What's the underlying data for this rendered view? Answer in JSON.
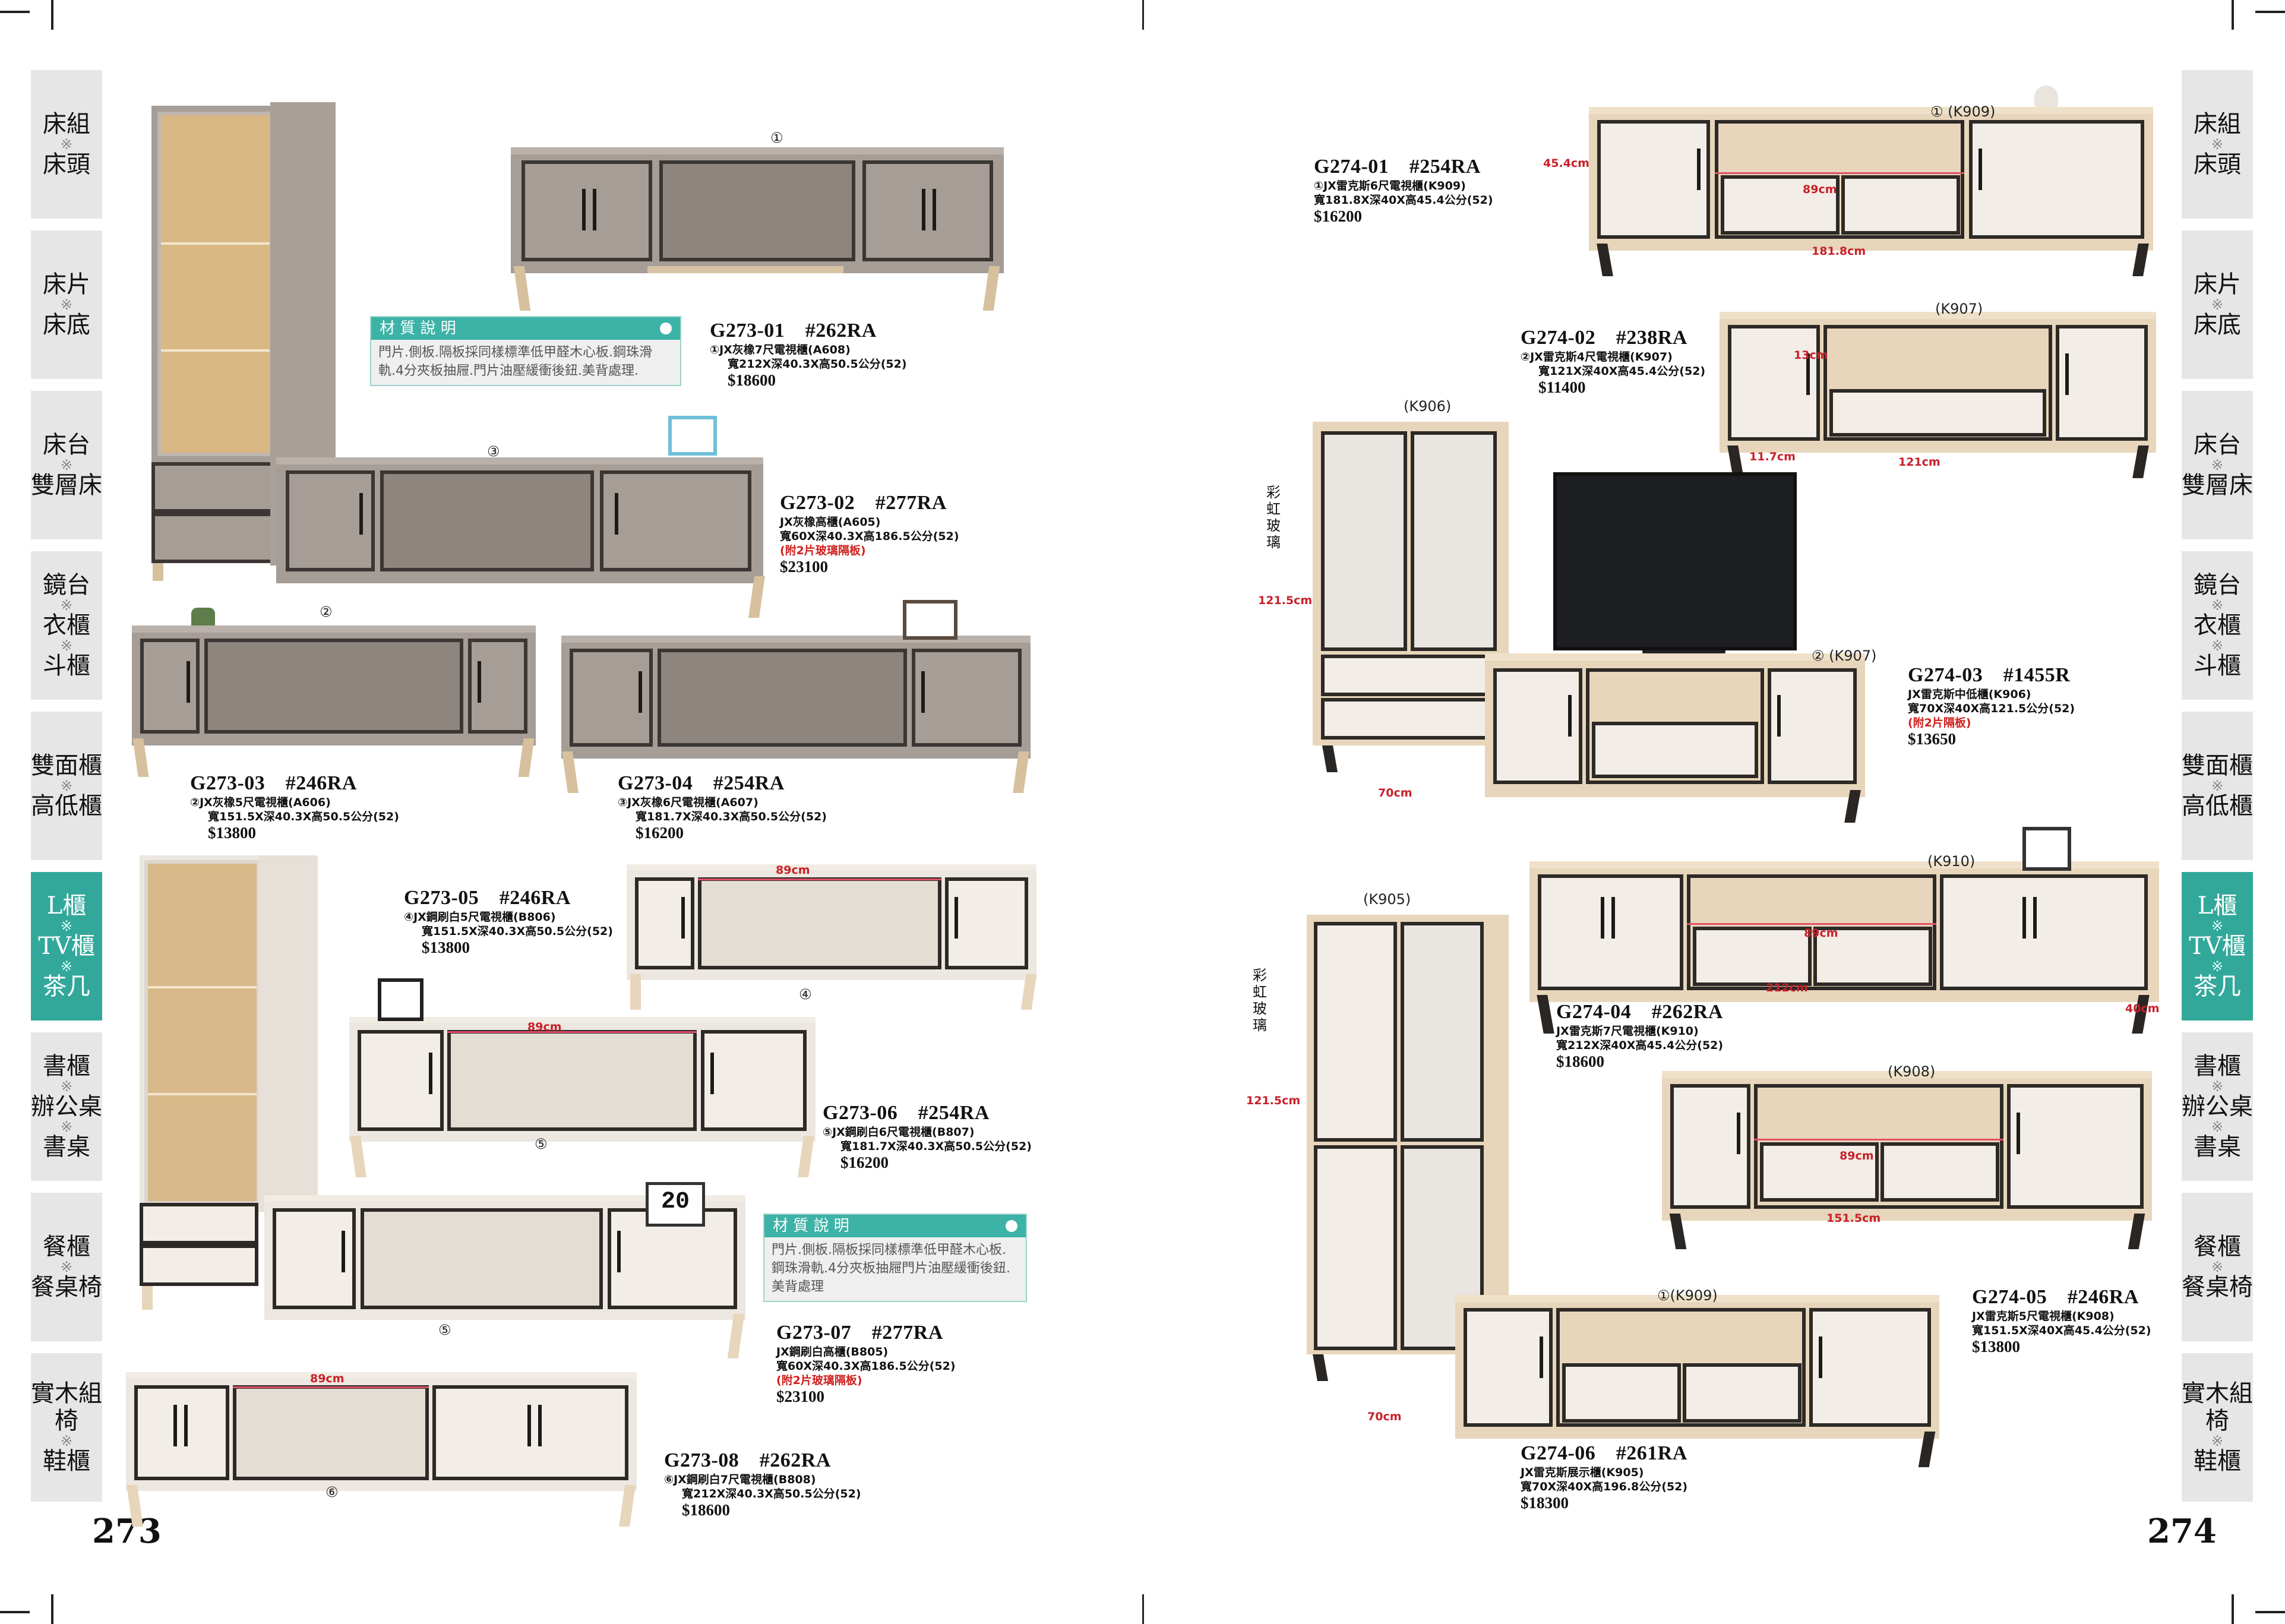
{
  "side_tabs": [
    {
      "label": "床組床頭",
      "parts": [
        "床組",
        "床頭"
      ]
    },
    {
      "label": "床片床底",
      "parts": [
        "床片",
        "床底"
      ]
    },
    {
      "label": "床台雙層床",
      "parts": [
        "床台",
        "雙層床"
      ]
    },
    {
      "label": "鏡台衣櫃斗櫃",
      "parts": [
        "鏡台",
        "衣櫃",
        "斗櫃"
      ]
    },
    {
      "label": "雙面櫃高低櫃",
      "parts": [
        "雙面櫃",
        "高低櫃"
      ]
    },
    {
      "label": "L櫃TV櫃茶几",
      "parts": [
        "L櫃",
        "TV櫃",
        "茶几"
      ],
      "active": true
    },
    {
      "label": "書櫃辦公桌書桌",
      "parts": [
        "書櫃",
        "辦公桌",
        "書桌"
      ]
    },
    {
      "label": "餐櫃餐桌椅",
      "parts": [
        "餐櫃",
        "餐桌椅"
      ]
    },
    {
      "label": "實木組椅鞋櫃",
      "parts": [
        "實木組椅",
        "鞋櫃"
      ]
    }
  ],
  "page_numbers": {
    "left": "273",
    "right": "274"
  },
  "material_box": {
    "title": "材 質 說 明",
    "text1": "門片.側板.隔板採同樣標準低甲醛木心板.鋼珠滑軌.4分夾板抽屜.門片油壓緩衝後鈕.美背處理.",
    "text2": "門片.側板.隔板採同樣標準低甲醛木心板.鋼珠滑軌.4分夾板抽屜門片油壓緩衝後鈕.美背處理"
  },
  "left_marks": {
    "m1": "①",
    "m2": "②",
    "m3": "③",
    "m4": "④",
    "m5": "⑤",
    "m6": "⑥"
  },
  "right_marks": {
    "k909a": "① (K909)",
    "k907": "(K907)",
    "k906": "(K906)",
    "k907b": "② (K907)",
    "k910": "(K910)",
    "k905": "(K905)",
    "k908": "(K908)",
    "k909b": "①(K909)",
    "rainbow1": "彩虹玻璃",
    "rainbow2": "彩虹玻璃"
  },
  "products_left": [
    {
      "code": "G273-01　#262RA",
      "l1": "①JX灰橡7尺電視櫃(A608)",
      "l2": "寬212X深40.3X高50.5公分(52)",
      "price": "$18600"
    },
    {
      "code": "G273-02　#277RA",
      "l1": "JX灰橡高櫃(A605)",
      "l2": "寬60X深40.3X高186.5公分(52)",
      "red": "(附2片玻璃隔板)",
      "price": "$23100"
    },
    {
      "code": "G273-03　#246RA",
      "l1": "②JX灰橡5尺電視櫃(A606)",
      "l2": "寬151.5X深40.3X高50.5公分(52)",
      "price": "$13800"
    },
    {
      "code": "G273-04　#254RA",
      "l1": "③JX灰橡6尺電視櫃(A607)",
      "l2": "寬181.7X深40.3X高50.5公分(52)",
      "price": "$16200"
    },
    {
      "code": "G273-05　#246RA",
      "l1": "④JX鋼刷白5尺電視櫃(B806)",
      "l2": "寬151.5X深40.3X高50.5公分(52)",
      "price": "$13800"
    },
    {
      "code": "G273-06　#254RA",
      "l1": "⑤JX鋼刷白6尺電視櫃(B807)",
      "l2": "寬181.7X深40.3X高50.5公分(52)",
      "price": "$16200"
    },
    {
      "code": "G273-07　#277RA",
      "l1": "JX鋼刷白高櫃(B805)",
      "l2": "寬60X深40.3X高186.5公分(52)",
      "red": "(附2片玻璃隔板)",
      "price": "$23100"
    },
    {
      "code": "G273-08　#262RA",
      "l1": "⑥JX鋼刷白7尺電視櫃(B808)",
      "l2": "寬212X深40.3X高50.5公分(52)",
      "price": "$18600"
    }
  ],
  "products_right": [
    {
      "code": "G274-01　#254RA",
      "l1": "①JX雷克斯6尺電視櫃(K909)",
      "l2": "寬181.8X深40X高45.4公分(52)",
      "price": "$16200"
    },
    {
      "code": "G274-02　#238RA",
      "l1": "②JX雷克斯4尺電視櫃(K907)",
      "l2": "寬121X深40X高45.4公分(52)",
      "price": "$11400"
    },
    {
      "code": "G274-03　#1455R",
      "l1": "JX雷克斯中低櫃(K906)",
      "l2": "寬70X深40X高121.5公分(52)",
      "red": "(附2片隔板)",
      "price": "$13650"
    },
    {
      "code": "G274-04　#262RA",
      "l1": "JX雷克斯7尺電視櫃(K910)",
      "l2": "寬212X深40X高45.4公分(52)",
      "price": "$18600"
    },
    {
      "code": "G274-05　#246RA",
      "l1": "JX雷克斯5尺電視櫃(K908)",
      "l2": "寬151.5X深40X高45.4公分(52)",
      "price": "$13800"
    },
    {
      "code": "G274-06　#261RA",
      "l1": "JX雷克斯展示櫃(K905)",
      "l2": "寬70X深40X高196.8公分(52)",
      "price": "$18300"
    }
  ],
  "dims": {
    "d89": "89cm",
    "d181": "181.8cm",
    "d454": "45.4cm",
    "d13": "13cm",
    "d117": "11.7cm",
    "d121": "121cm",
    "d1215": "121.5cm",
    "d70": "70cm",
    "d212": "212cm",
    "d40": "40cm",
    "d1515": "151.5cm",
    "d20": "20"
  }
}
